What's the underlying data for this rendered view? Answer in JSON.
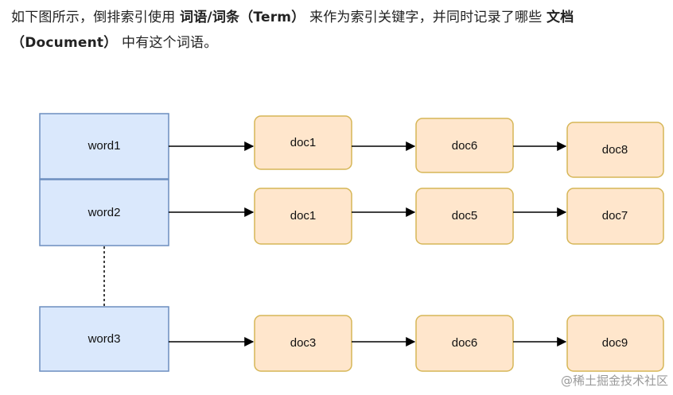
{
  "paragraph": {
    "part1": "如下图所示，倒排索引使用 ",
    "bold1": "词语/词条（Term）",
    "part2": " 来作为索引关键字，并同时记录了哪些 ",
    "bold2": "文档（Document）",
    "part3": " 中有这个词语。"
  },
  "diagram": {
    "rows": [
      {
        "word": "word1",
        "docs": [
          "doc1",
          "doc6",
          "doc8"
        ]
      },
      {
        "word": "word2",
        "docs": [
          "doc1",
          "doc5",
          "doc7"
        ]
      },
      {
        "word": "word3",
        "docs": [
          "doc3",
          "doc6",
          "doc9"
        ]
      }
    ]
  },
  "watermark": "@稀土掘金技术社区",
  "colors": {
    "word_fill": "#dae8fc",
    "word_stroke": "#6c8ebf",
    "doc_fill": "#ffe6cc",
    "doc_stroke": "#d6b656"
  }
}
